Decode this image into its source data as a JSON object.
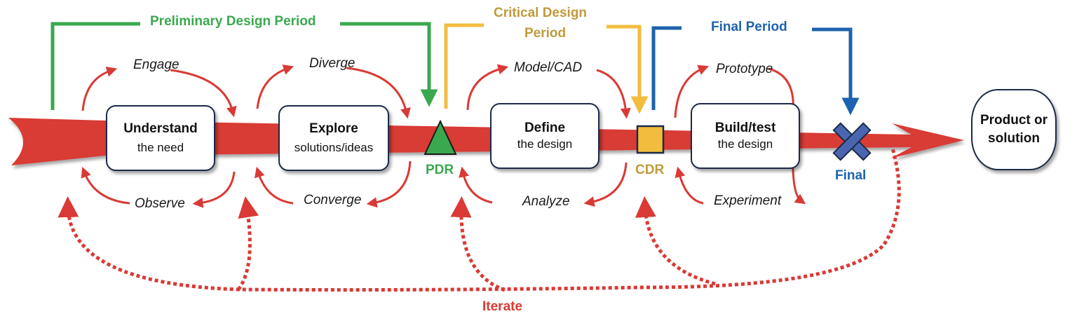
{
  "colors": {
    "flow_red": "#d93a35",
    "preliminary_green": "#3aa84e",
    "critical_yellow": "#f2bd3e",
    "critical_text": "#c09a3b",
    "final_blue": "#1e63ad",
    "final_x_fill": "#4a66b0",
    "box_border": "#1c2a48"
  },
  "periods": [
    {
      "name": "Preliminary Design Period",
      "color": "#3aa84e"
    },
    {
      "name": "Critical Design Period",
      "line1": "Critical Design",
      "line2": "Period",
      "color": "#c09a3b"
    },
    {
      "name": "Final Period",
      "color": "#1e63ad"
    }
  ],
  "stages": [
    {
      "title": "Understand",
      "subtitle": "the need",
      "top_activity": "Engage",
      "bottom_activity": "Observe"
    },
    {
      "title": "Explore",
      "subtitle": "solutions/ideas",
      "top_activity": "Diverge",
      "bottom_activity": "Converge"
    },
    {
      "title": "Define",
      "subtitle": "the design",
      "top_activity": "Model/CAD",
      "bottom_activity": "Analyze"
    },
    {
      "title": "Build/test",
      "subtitle": "the design",
      "top_activity": "Prototype",
      "bottom_activity": "Experiment"
    }
  ],
  "milestones": [
    {
      "label": "PDR",
      "shape": "triangle",
      "color": "#3aa84e"
    },
    {
      "label": "CDR",
      "shape": "square",
      "color": "#c09a3b"
    },
    {
      "label": "Final",
      "shape": "x-mark",
      "color": "#1e63ad"
    }
  ],
  "outcome": {
    "line1": "Product or",
    "line2": "solution"
  },
  "iterate_label": "Iterate"
}
